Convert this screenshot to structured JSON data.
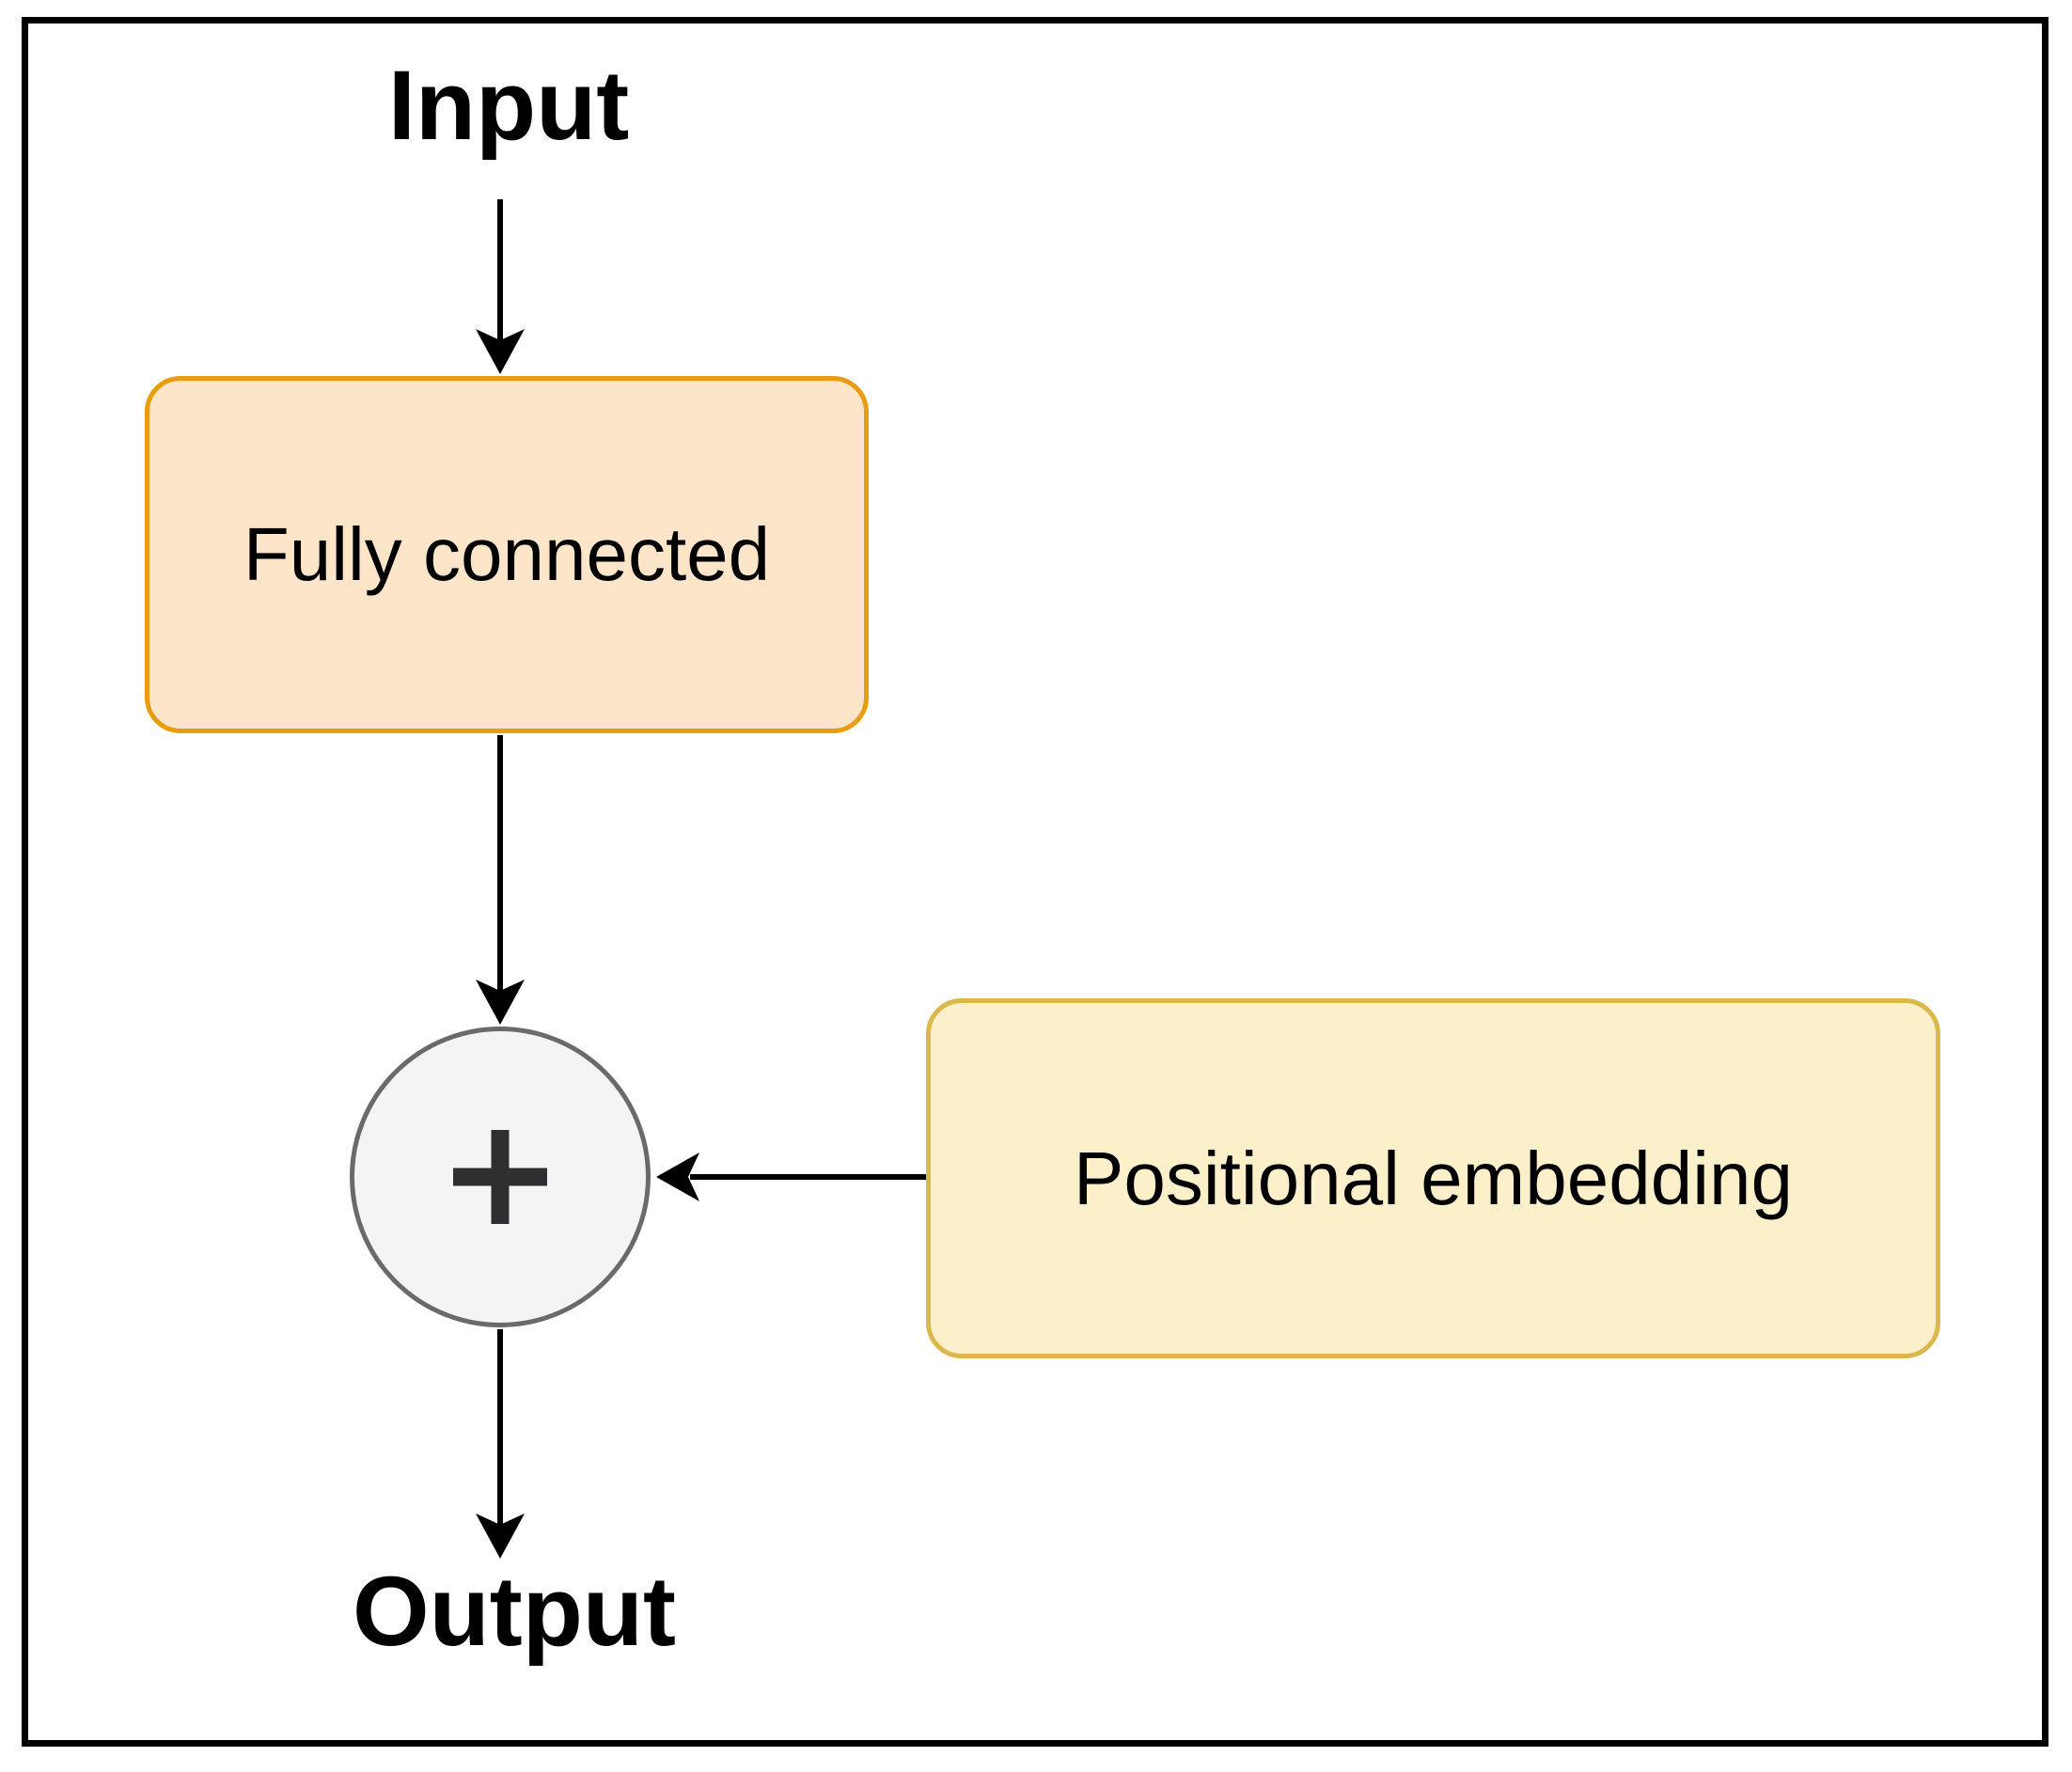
{
  "diagram": {
    "nodes": {
      "input": {
        "label": "Input"
      },
      "fully_connected": {
        "label": "Fully connected",
        "fill": "#FCE5C9",
        "border": "#E89C0E"
      },
      "add": {
        "symbol": "+",
        "fill": "#F4F4F4",
        "border": "#6A6A6A",
        "symbol_color": "#2F2F31"
      },
      "positional_embedding": {
        "label": "Positional embedding",
        "fill": "#FCF0CA",
        "border": "#DCB74E"
      },
      "output": {
        "label": "Output"
      }
    },
    "edges": [
      {
        "from": "input",
        "to": "fully_connected"
      },
      {
        "from": "fully_connected",
        "to": "add"
      },
      {
        "from": "positional_embedding",
        "to": "add"
      },
      {
        "from": "add",
        "to": "output"
      }
    ],
    "colors": {
      "arrow": "#000000",
      "frame": "#000000",
      "background": "#FFFFFF"
    }
  }
}
